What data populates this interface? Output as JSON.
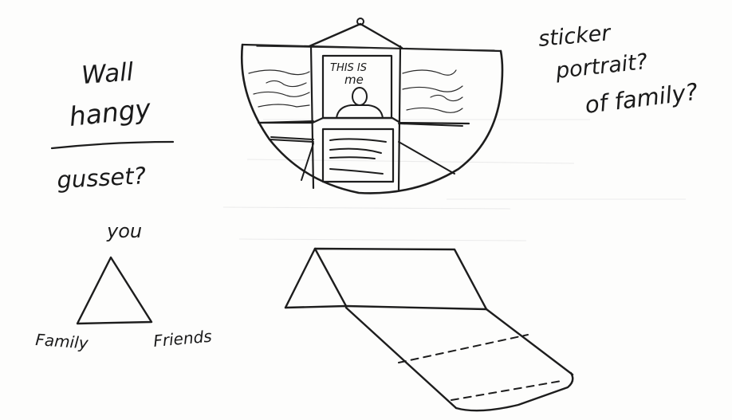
{
  "notes": {
    "top_left_line1": "Wall",
    "top_left_line2": "hangy",
    "gusset": "gusset?",
    "top_right_line1": "sticker",
    "top_right_line2": "portrait?",
    "top_right_line3": "of family?"
  },
  "sketch": {
    "panel_text_line1": "THIS IS",
    "panel_text_line2": "me"
  },
  "triangle": {
    "top_label": "you",
    "left_label": "Family",
    "right_label": "Friends"
  },
  "colors": {
    "ink": "#1d1d1d",
    "paper": "#fdfdfc"
  }
}
